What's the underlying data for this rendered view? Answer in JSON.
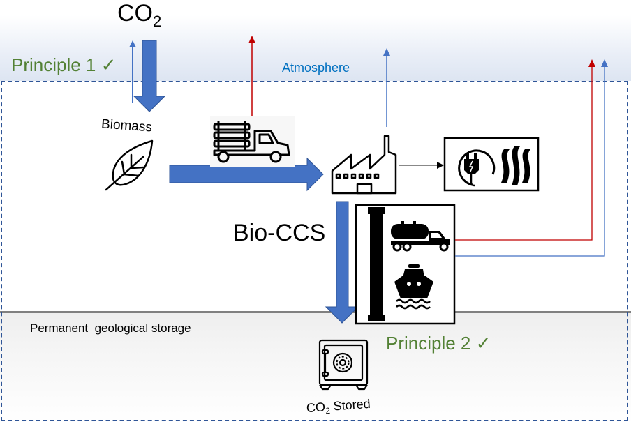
{
  "diagram": {
    "co2_source": {
      "main": "CO",
      "sub": "2"
    },
    "principle_1": "Principle 1 ✓",
    "atmosphere_label": "Atmosphere",
    "biomass_label": "Biomass",
    "bioccs_label": "Bio-CCS",
    "storage_zone_label": "Permanent  geological storage",
    "principle_2": "Principle 2 ✓",
    "stored_label": {
      "main": "CO",
      "sub": "2",
      "rest": " Stored"
    },
    "colors": {
      "flow_arrow": "#4472c4",
      "emission_red": "#c00000",
      "emission_blue": "#4472c4",
      "principle_green": "#538135",
      "atmosphere_text": "#0070c0",
      "boundary": "#2f5597"
    },
    "nodes": [
      "leaf-icon",
      "log-truck-icon",
      "factory-icon",
      "power-heat-icon",
      "pipeline-icon",
      "tanker-truck-icon",
      "ship-icon",
      "safe-icon"
    ]
  }
}
